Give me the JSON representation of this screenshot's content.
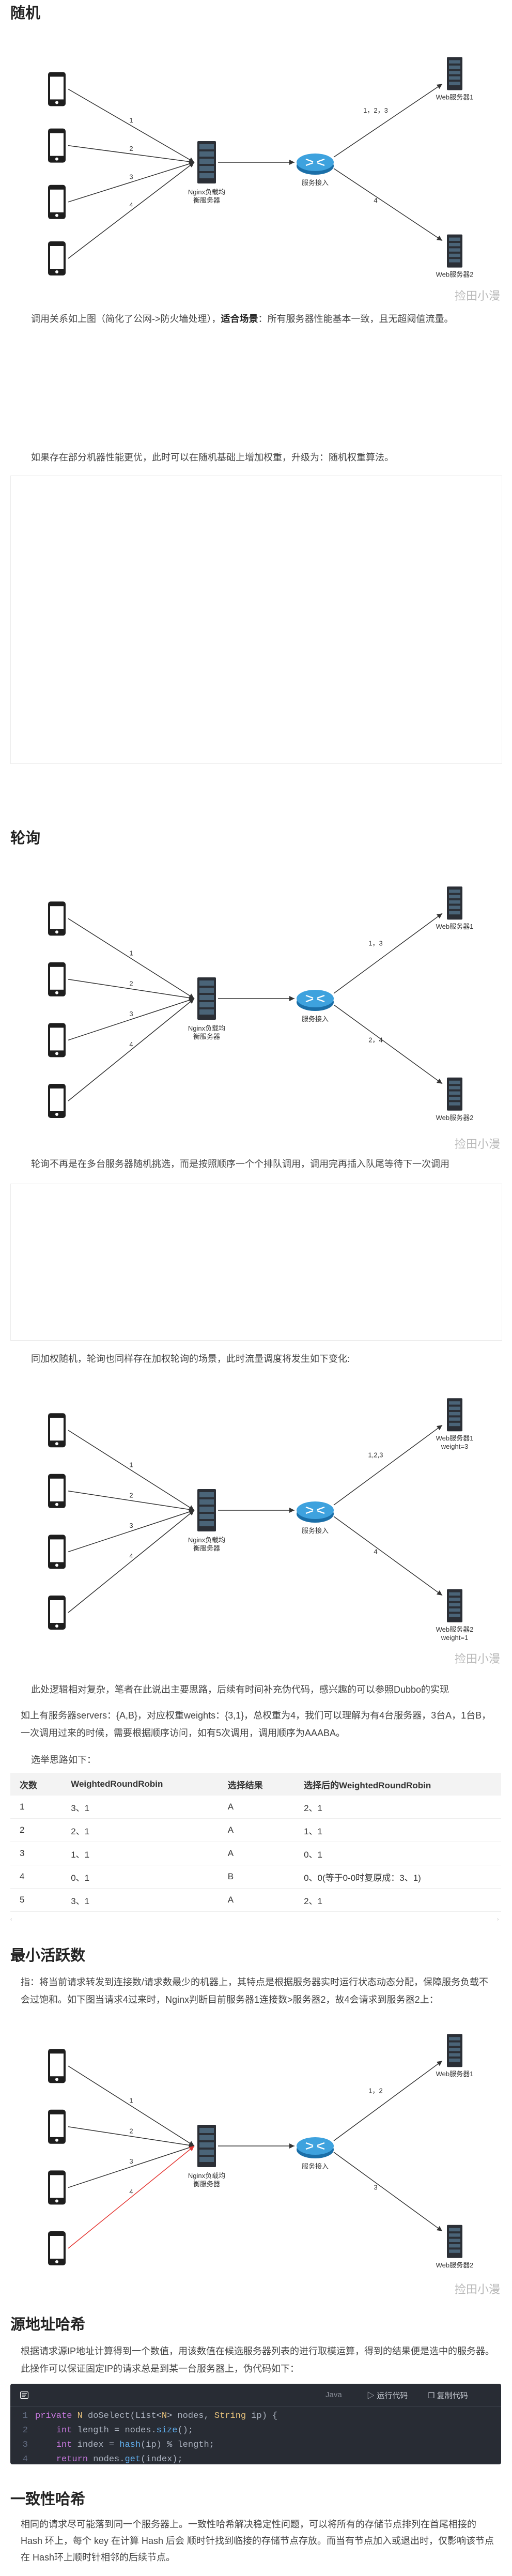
{
  "sections": {
    "random": {
      "heading": "随机",
      "desc_plain": "调用关系如上图（简化了公网->防火墙处理），",
      "desc_bold": "适合场景",
      "desc_rest": "：所有服务器性能基本一致，且无超阈值流量。",
      "desc2": "如果存在部分机器性能更优，此时可以在随机基础上增加权重，升级为：随机权重算法。"
    },
    "roundrobin": {
      "heading": "轮询",
      "desc": "轮询不再是在多台服务器随机挑选，而是按照顺序一个个排队调用，调用完再插入队尾等待下一次调用",
      "desc2": "同加权随机，轮询也同样存在加权轮询的场景，此时流量调度将发生如下变化:",
      "desc3": "此处逻辑相对复杂，笔者在此说出主要思路，后续有时间补充伪代码，感兴趣的可以参照Dubbo的实现",
      "desc4": "如上有服务器servers：{A,B}，对应权重weights：{3,1}，总权重为4，我们可以理解为有4台服务器，3台A，1台B，一次调用过来的时候，需要根据顺序访问，如有5次调用，调用顺序为AAABA。",
      "desc5": "选举思路如下："
    },
    "leastconn": {
      "heading": "最小活跃数",
      "desc": "指：将当前请求转发到连接数/请求数最少的机器上，其特点是根据服务器实时运行状态动态分配，保障服务负载不会过饱和。如下图当请求4过来时，Nginx判断目前服务器1连接数>服务器2，故4会请求到服务器2上："
    },
    "iphash": {
      "heading": "源地址哈希",
      "desc": "根据请求源IP地址计算得到一个数值，用该数值在候选服务器列表的进行取模运算，得到的结果便是选中的服务器。此操作可以保证固定IP的请求总是到某一台服务器上，伪代码如下："
    },
    "consistent": {
      "heading": "一致性哈希",
      "desc": "相同的请求尽可能落到同一个服务器上。一致性哈希解决稳定性问题，可以将所有的存储节点排列在首尾相接的 Hash 环上，每个 key 在计算 Hash 后会 顺时针找到临接的存储节点存放。而当有节点加入或退出时，仅影响该节点在 Hash环上顺时针相邻的后续节点。"
    }
  },
  "diagrams": {
    "d1": {
      "lb": [
        "Nginx负载均",
        "衡服务器"
      ],
      "router": "服务接入",
      "s1": [
        "Web服务器1"
      ],
      "s2": [
        "Web服务器2"
      ],
      "label_top": "1，2，3",
      "label_bottom": "4",
      "phone_labels": [
        "1",
        "2",
        "3",
        "4"
      ]
    },
    "d2": {
      "lb": [
        "Nginx负载均",
        "衡服务器"
      ],
      "router": "服务接入",
      "s1": [
        "Web服务器1"
      ],
      "s2": [
        "Web服务器2"
      ],
      "label_top": "1，3",
      "label_bottom": "2，4",
      "phone_labels": [
        "1",
        "2",
        "3",
        "4"
      ]
    },
    "d3": {
      "lb": [
        "Nginx负载均",
        "衡服务器"
      ],
      "router": "服务接入",
      "s1": [
        "Web服务器1",
        "weight=3"
      ],
      "s2": [
        "Web服务器2",
        "weight=1"
      ],
      "label_top": "1,2,3",
      "label_bottom": "4",
      "phone_labels": [
        "1",
        "2",
        "3",
        "4"
      ]
    },
    "d4": {
      "lb": [
        "Nginx负载均",
        "衡服务器"
      ],
      "router": "服务接入",
      "s1": [
        "Web服务器1"
      ],
      "s2": [
        "Web服务器2"
      ],
      "label_top": "1，2",
      "label_bottom": "3",
      "phone_labels": [
        "1",
        "2",
        "3",
        "4"
      ]
    }
  },
  "watermark": "捡田小漫",
  "table": {
    "headers": [
      "次数",
      "WeightedRoundRobin",
      "选择结果",
      "选择后的WeightedRoundRobin"
    ],
    "rows": [
      [
        "1",
        "3、1",
        "A",
        "2、1"
      ],
      [
        "2",
        "2、1",
        "A",
        "1、1"
      ],
      [
        "3",
        "1、1",
        "A",
        "0、1"
      ],
      [
        "4",
        "0、1",
        "B",
        "0、0(等于0-0时复原成：3、1)"
      ],
      [
        "5",
        "3、1",
        "A",
        "2、1"
      ]
    ]
  },
  "code": {
    "lang": "Java",
    "run_label": "运行代码",
    "copy_label": "复制代码",
    "lines": [
      {
        "n": "1",
        "parts": [
          [
            "kw",
            "private "
          ],
          [
            "ty",
            "N"
          ],
          [
            "",
            " doSelect(List<"
          ],
          [
            "ty",
            "N"
          ],
          [
            "",
            "> nodes, "
          ],
          [
            "ty",
            "String"
          ],
          [
            "",
            " ip) {"
          ]
        ]
      },
      {
        "n": "2",
        "parts": [
          [
            "",
            "    "
          ],
          [
            "kw",
            "int"
          ],
          [
            "",
            " length = nodes."
          ],
          [
            "fn",
            "size"
          ],
          [
            "",
            "();"
          ]
        ]
      },
      {
        "n": "3",
        "parts": [
          [
            "",
            "    "
          ],
          [
            "kw",
            "int"
          ],
          [
            "",
            " index = "
          ],
          [
            "fn",
            "hash"
          ],
          [
            "",
            "(ip) % length;"
          ]
        ]
      },
      {
        "n": "4",
        "parts": [
          [
            "",
            "    "
          ],
          [
            "kw",
            "return"
          ],
          [
            "",
            " nodes."
          ],
          [
            "fn",
            "get"
          ],
          [
            "",
            "(index);"
          ]
        ]
      }
    ]
  }
}
